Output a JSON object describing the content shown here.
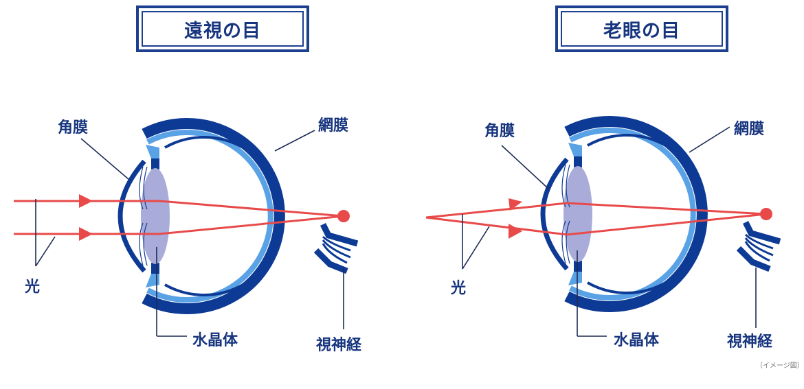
{
  "colors": {
    "sclera": "#0d3a94",
    "choroid": "#5aa2e6",
    "lens": "#a9acd8",
    "light_ray": "#e84a4a",
    "label": "#17357f",
    "leader_line": "#1d2b55"
  },
  "diagrams": [
    {
      "title": "遠視の目",
      "labels": {
        "cornea": "角膜",
        "retina": "網膜",
        "light": "光",
        "lens": "水晶体",
        "optic_nerve": "視神経"
      },
      "light_source": "parallel"
    },
    {
      "title": "老眼の目",
      "labels": {
        "cornea": "角膜",
        "retina": "網膜",
        "light": "光",
        "lens": "水晶体",
        "optic_nerve": "視神経"
      },
      "light_source": "near-point"
    }
  ],
  "note": "（イメージ図）"
}
